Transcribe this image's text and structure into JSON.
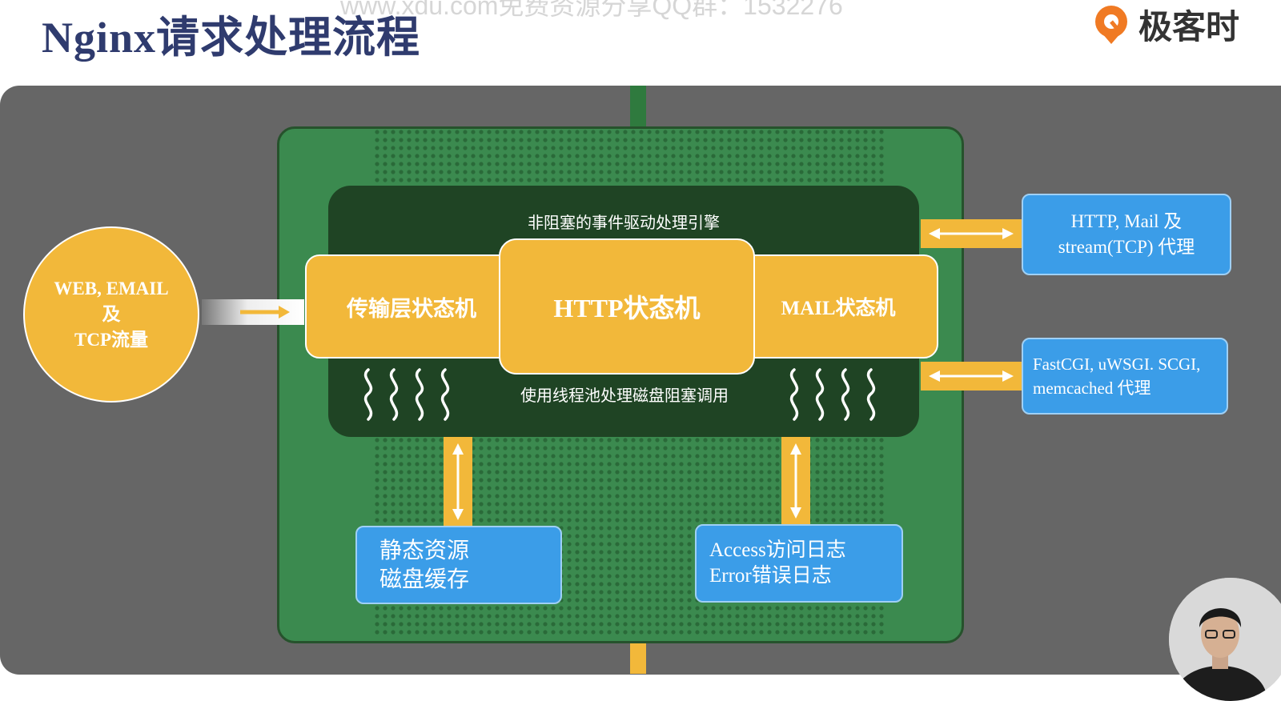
{
  "header": {
    "title": "Nginx请求处理流程",
    "watermark": "www.xdu.com免费资源分享QQ群：1532276",
    "logo_text": "极客时"
  },
  "diagram": {
    "source": {
      "line1": "WEB, EMAIL",
      "line2": "及",
      "line3": "TCP流量"
    },
    "engine_label": "非阻塞的事件驱动处理引擎",
    "thread_pool_label": "使用线程池处理磁盘阻塞调用",
    "state_machines": {
      "transport": "传输层状态机",
      "http": "HTTP状态机",
      "mail": "MAIL状态机"
    },
    "proxies": {
      "http_mail": {
        "line1": "HTTP, Mail 及",
        "line2": "stream(TCP) 代理"
      },
      "cgi": {
        "line1": "FastCGI, uWSGI. SCGI,",
        "line2": "memcached 代理"
      }
    },
    "static": {
      "line1": "静态资源",
      "line2": "磁盘缓存"
    },
    "logs": {
      "line1": "Access访问日志",
      "line2": "Error错误日志"
    }
  },
  "colors": {
    "stage": "#666666",
    "container": "#3b8a4f",
    "engine": "#1f4424",
    "state_fill": "#f2b83a",
    "box_fill": "#3b9de8",
    "title": "#2f3b6e"
  }
}
